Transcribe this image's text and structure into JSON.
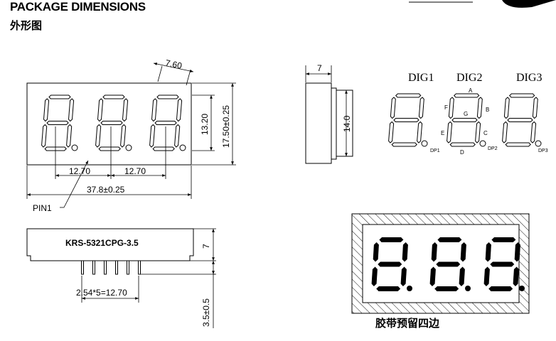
{
  "header": {
    "title": "PACKAGE DIMENSIONS",
    "subtitle": "外形图"
  },
  "front_view": {
    "dim_digit_width": "7.60",
    "dim_digit_height": "13.20",
    "dim_body_height": "17.50±0.25",
    "dim_pitch_1": "12.70",
    "dim_pitch_2": "12.70",
    "dim_body_width": "37.8±0.25",
    "pin1_label": "PIN1"
  },
  "side_view": {
    "dim_depth": "7",
    "dim_height": "14.0"
  },
  "segment_map": {
    "digit_labels": [
      "DIG1",
      "DIG2",
      "DIG3"
    ],
    "segments": {
      "a": "A",
      "b": "B",
      "c": "C",
      "d": "D",
      "e": "E",
      "f": "F",
      "g": "G"
    },
    "dp_labels": [
      "DP1",
      "DP2",
      "DP3"
    ]
  },
  "bottom_view": {
    "part_number": "KRS-5321CPG-3.5",
    "dim_height": "7",
    "dim_pin_pitch": "2.54*5=12.70",
    "dim_pin_length": "3.5±0.5"
  },
  "display_view": {
    "caption": "胶带预留四边"
  },
  "colors": {
    "line": "#000000",
    "hatch": "#000000",
    "background": "#ffffff",
    "digit_fill": "#000000"
  }
}
